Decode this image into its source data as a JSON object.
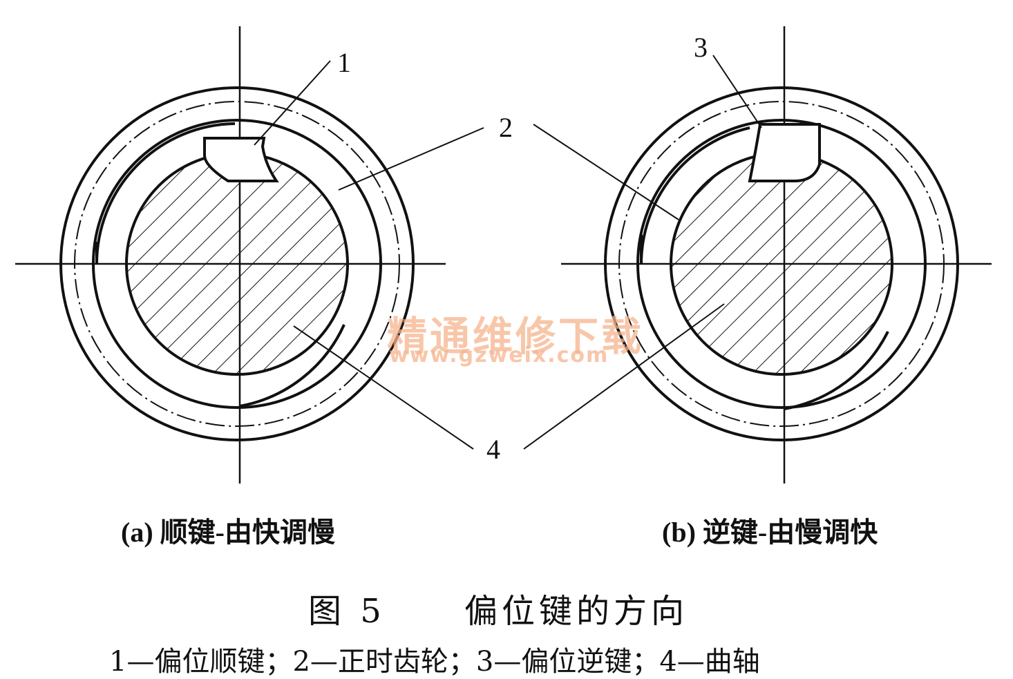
{
  "callouts": {
    "n1": "1",
    "n2": "2",
    "n3": "3",
    "n4": "4"
  },
  "captions": {
    "a": "(a) 顺键-由快调慢",
    "b": "(b) 逆键-由慢调快"
  },
  "figure_title": {
    "number": "图 5",
    "name": "偏位键的方向"
  },
  "legend": "1—偏位顺键；2—正时齿轮；3—偏位逆键；4—曲轴",
  "watermark": {
    "text": "精通维修下载",
    "url": "www.gzweix.com"
  },
  "colors": {
    "line": "#111111",
    "watermark": "#f6b38c"
  }
}
